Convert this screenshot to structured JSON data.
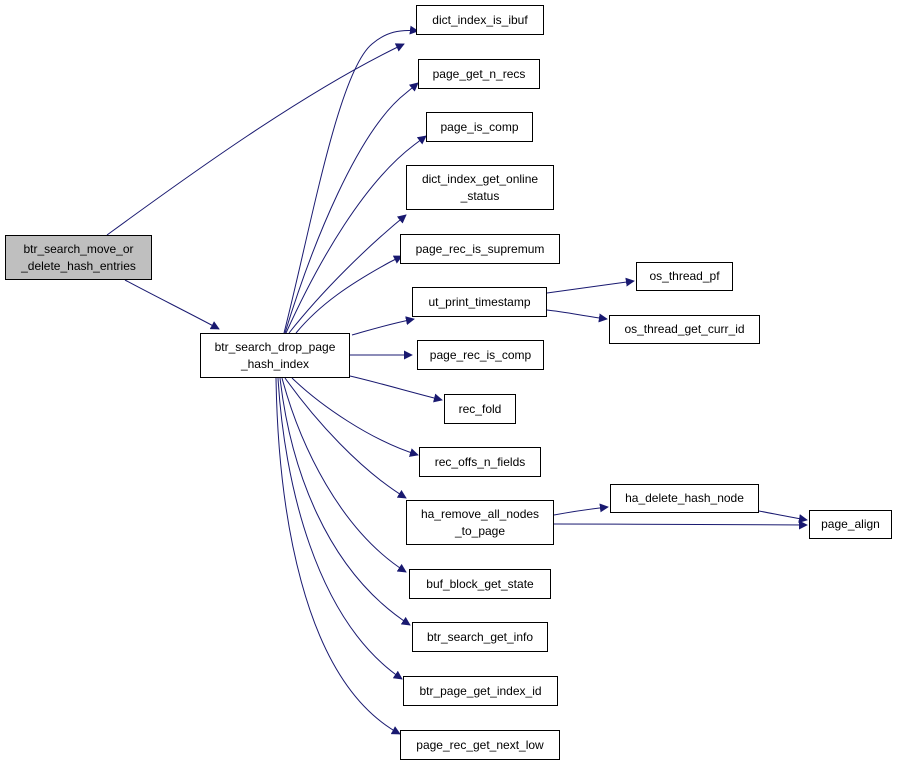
{
  "diagram": {
    "colors": {
      "edge": "#191970",
      "node_border": "#000000",
      "current_fill": "#bfbfbf",
      "node_fill": "#ffffff"
    },
    "nodes": [
      {
        "id": "n0",
        "lines": [
          "btr_search_move_or",
          "_delete_hash_entries"
        ],
        "current": true
      },
      {
        "id": "n1",
        "lines": [
          "btr_search_drop_page",
          "_hash_index"
        ]
      },
      {
        "id": "n2",
        "lines": [
          "dict_index_is_ibuf"
        ]
      },
      {
        "id": "n3",
        "lines": [
          "page_get_n_recs"
        ]
      },
      {
        "id": "n4",
        "lines": [
          "page_is_comp"
        ]
      },
      {
        "id": "n5",
        "lines": [
          "dict_index_get_online",
          "_status"
        ]
      },
      {
        "id": "n6",
        "lines": [
          "page_rec_is_supremum"
        ]
      },
      {
        "id": "n7",
        "lines": [
          "ut_print_timestamp"
        ]
      },
      {
        "id": "n8",
        "lines": [
          "page_rec_is_comp"
        ]
      },
      {
        "id": "n9",
        "lines": [
          "rec_fold"
        ]
      },
      {
        "id": "n10",
        "lines": [
          "rec_offs_n_fields"
        ]
      },
      {
        "id": "n11",
        "lines": [
          "ha_remove_all_nodes",
          "_to_page"
        ]
      },
      {
        "id": "n12",
        "lines": [
          "buf_block_get_state"
        ]
      },
      {
        "id": "n13",
        "lines": [
          "btr_search_get_info"
        ]
      },
      {
        "id": "n14",
        "lines": [
          "btr_page_get_index_id"
        ]
      },
      {
        "id": "n15",
        "lines": [
          "page_rec_get_next_low"
        ]
      },
      {
        "id": "n16",
        "lines": [
          "os_thread_pf"
        ]
      },
      {
        "id": "n17",
        "lines": [
          "os_thread_get_curr_id"
        ]
      },
      {
        "id": "n18",
        "lines": [
          "ha_delete_hash_node"
        ]
      },
      {
        "id": "n19",
        "lines": [
          "page_align"
        ]
      }
    ],
    "edges": [
      [
        "n0",
        "n2"
      ],
      [
        "n0",
        "n1"
      ],
      [
        "n1",
        "n2"
      ],
      [
        "n1",
        "n3"
      ],
      [
        "n1",
        "n4"
      ],
      [
        "n1",
        "n5"
      ],
      [
        "n1",
        "n6"
      ],
      [
        "n1",
        "n7"
      ],
      [
        "n1",
        "n8"
      ],
      [
        "n1",
        "n9"
      ],
      [
        "n1",
        "n10"
      ],
      [
        "n1",
        "n11"
      ],
      [
        "n1",
        "n12"
      ],
      [
        "n1",
        "n13"
      ],
      [
        "n1",
        "n14"
      ],
      [
        "n1",
        "n15"
      ],
      [
        "n7",
        "n16"
      ],
      [
        "n7",
        "n17"
      ],
      [
        "n11",
        "n18"
      ],
      [
        "n11",
        "n19"
      ],
      [
        "n18",
        "n19"
      ]
    ]
  }
}
